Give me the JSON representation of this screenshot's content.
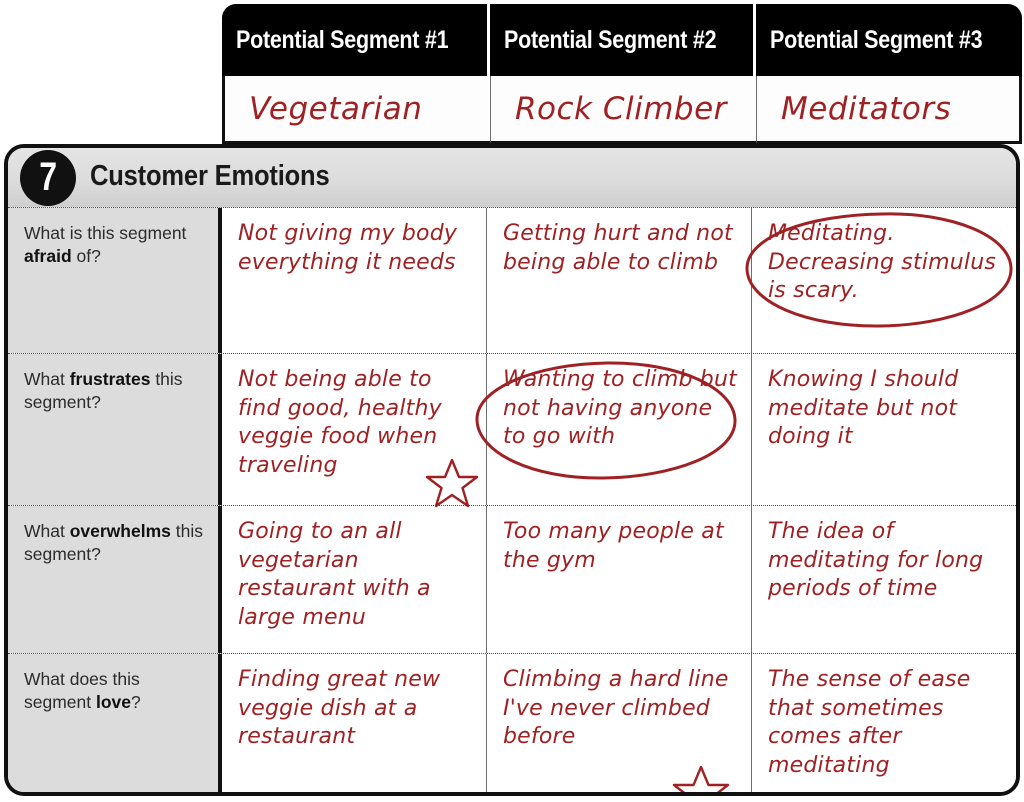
{
  "segment_headers": [
    {
      "tab_label": "Potential Segment #1",
      "name": "Vegetarian"
    },
    {
      "tab_label": "Potential Segment #2",
      "name": "Rock Climber"
    },
    {
      "tab_label": "Potential Segment #3",
      "name": "Meditators"
    }
  ],
  "section": {
    "number": "7",
    "title": "Customer Emotions"
  },
  "colors": {
    "ink_red": "#9f2123",
    "header_black": "#000000",
    "label_gray": "#dcdcdc"
  },
  "rows": [
    {
      "question_prefix": "What is this segment ",
      "question_emphasis": "afraid",
      "question_suffix": " of?",
      "answers": [
        "Not giving my body everything it needs",
        "Getting hurt and not being able to climb",
        "Meditating. Decreasing stimulus is scary."
      ],
      "annotations": [
        "",
        "",
        "circle"
      ]
    },
    {
      "question_prefix": "What ",
      "question_emphasis": "frustrates",
      "question_suffix": " this segment?",
      "answers": [
        "Not being able to find good, healthy veggie food when traveling",
        "Wanting to climb but not having anyone to go with",
        "Knowing I should meditate but not doing it"
      ],
      "annotations": [
        "star",
        "circle",
        ""
      ]
    },
    {
      "question_prefix": "What ",
      "question_emphasis": "overwhelms",
      "question_suffix": " this segment?",
      "answers": [
        "Going to an all vegetarian restaurant with a large menu",
        "Too many people at the gym",
        "The idea of meditating for long periods of time"
      ],
      "annotations": [
        "",
        "",
        ""
      ]
    },
    {
      "question_prefix": "What does this segment ",
      "question_emphasis": "love",
      "question_suffix": "?",
      "answers": [
        "Finding great new veggie dish at a restaurant",
        "Climbing a hard line I've never climbed before",
        "The sense of ease that sometimes comes after meditating"
      ],
      "annotations": [
        "",
        "star",
        ""
      ]
    }
  ]
}
